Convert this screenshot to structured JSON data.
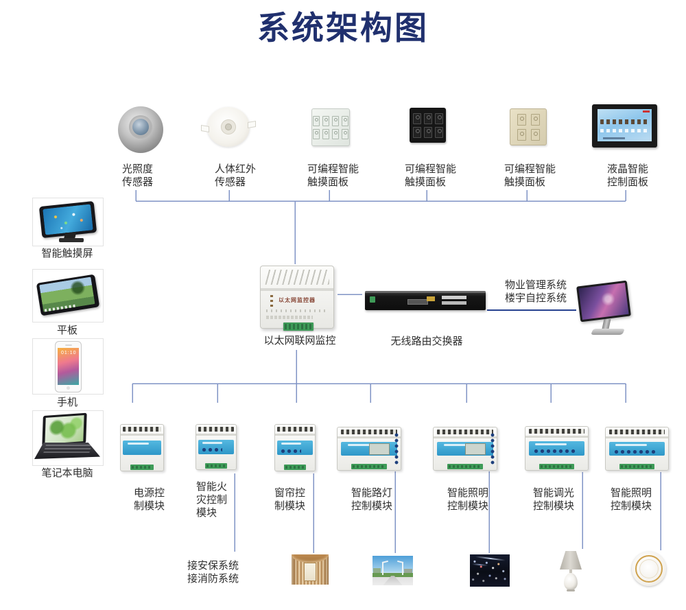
{
  "title": "系统架构图",
  "colors": {
    "title": "#20306e",
    "wire": "#7f93c5",
    "wire_dark": "#26418f",
    "module_blue": "#3aa7d6"
  },
  "top_devices": [
    {
      "name": "light-sensor",
      "label": "光照度\n传感器"
    },
    {
      "name": "pir-sensor",
      "label": "人体红外\n传感器"
    },
    {
      "name": "touch-panel-white",
      "label": "可编程智能\n触摸面板"
    },
    {
      "name": "touch-panel-black",
      "label": "可编程智能\n触摸面板"
    },
    {
      "name": "touch-panel-beige",
      "label": "可编程智能\n触摸面板"
    },
    {
      "name": "lcd-control-panel",
      "label": "液晶智能\n控制面板"
    }
  ],
  "left_devices": [
    {
      "name": "smart-touchscreen",
      "label": "智能触摸屏"
    },
    {
      "name": "tablet",
      "label": "平板"
    },
    {
      "name": "phone",
      "label": "手机",
      "screen_time": "01:10"
    },
    {
      "name": "laptop",
      "label": "笔记本电脑"
    }
  ],
  "middle": {
    "gateway_label": "以太网联网监控",
    "gateway_device_text": "以太网监控器",
    "router_label": "无线路由交换器",
    "management_text": "物业管理系统\n楼宇自控系统"
  },
  "bottom_modules": [
    {
      "label": "电源控\n制模块"
    },
    {
      "label": "智能火\n灾控制\n模块"
    },
    {
      "label": "窗帘控\n制模块"
    },
    {
      "label": "智能路灯\n控制模块"
    },
    {
      "label": "智能照明\n控制模块"
    },
    {
      "label": "智能调光\n控制模块"
    },
    {
      "label": "智能照明\n控制模块"
    }
  ],
  "bottom_note": "接安保系统\n接消防系统"
}
